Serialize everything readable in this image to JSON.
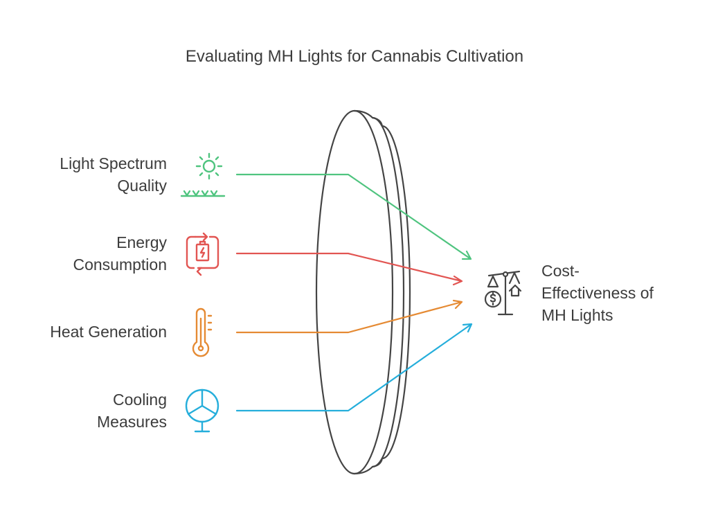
{
  "title": "Evaluating MH Lights for Cannabis Cultivation",
  "inputs": [
    {
      "line1": "Light Spectrum",
      "line2": "Quality",
      "icon": "sun-grass-icon",
      "color": "#4fc47f"
    },
    {
      "line1": "Energy",
      "line2": "Consumption",
      "icon": "battery-cycle-icon",
      "color": "#e25552"
    },
    {
      "line1": "Heat Generation",
      "line2": "",
      "icon": "thermometer-icon",
      "color": "#e58a33"
    },
    {
      "line1": "Cooling",
      "line2": "Measures",
      "icon": "fan-icon",
      "color": "#25aedb"
    }
  ],
  "output": {
    "line1": "Cost-",
    "line2": "Effectiveness of",
    "line3": "MH Lights",
    "icon": "scale-icon"
  }
}
